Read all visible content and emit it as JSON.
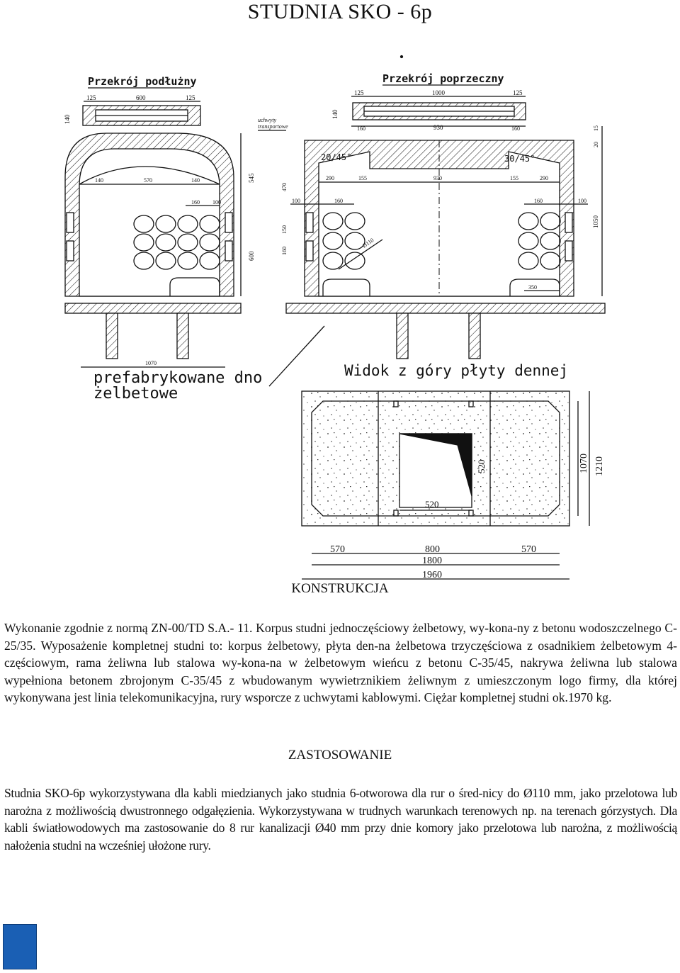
{
  "document": {
    "title": "STUDNIA SKO - 6p",
    "drawing": {
      "longitudinal_section_label": "Przekrój podłużny",
      "cross_section_label": "Przekrój poprzeczny",
      "top_view_label": "Widok z góry płyty dennej",
      "bottom_label_line1": "prefabrykowane dno",
      "bottom_label_line2": "żelbetowe",
      "handles_label_line1": "uchwyty",
      "handles_label_line2": "transportowe",
      "left_dims": {
        "d125a": "125",
        "d600": "600",
        "d125b": "125",
        "d140": "140",
        "d140b": "140",
        "d570": "570",
        "d140c": "140",
        "d160": "160",
        "d100": "100",
        "d545": "545",
        "d600v": "600",
        "d1070": "1070"
      },
      "right_dims": {
        "d125a": "125",
        "d1000": "1000",
        "d125b": "125",
        "d140": "140",
        "d160a": "160",
        "d930": "930",
        "d160b": "160",
        "d20_45a": "20/45°",
        "d30_45": "30/45°",
        "d290a": "290",
        "d155a": "155",
        "d930b": "930",
        "d155b": "155",
        "d290b": "290",
        "d470": "470",
        "d100a": "100",
        "d160c": "160",
        "d160d": "160",
        "d100b": "100",
        "d150": "150",
        "d160v": "160",
        "d_pipe": "Ø110",
        "d350": "350",
        "d15": "15",
        "d20": "20",
        "d1050": "1050"
      },
      "plan_dims": {
        "d520v": "520",
        "d520h": "520",
        "d1070": "1070",
        "d1210": "1210",
        "d570a": "570",
        "d800": "800",
        "d570b": "570",
        "d1800": "1800",
        "d1960": "1960"
      }
    },
    "construction_heading": "KONSTRUKCJA",
    "construction_text": "Wykonanie zgodnie z normą ZN-00/TD S.A.- 11. Korpus studni jednoczęściowy żelbetowy, wy-kona-ny z betonu wodoszczelnego C-25/35. Wyposażenie kompletnej studni to: korpus żelbetowy, płyta den-na żelbetowa trzyczęściowa z osadnikiem żelbetowym 4-częściowym, rama żeliwna lub stalowa wy-kona-na w żelbetowym wieńcu z betonu C-35/45, nakrywa żeliwna lub stalowa wypełniona betonem zbrojonym C-35/45 z wbudowanym wywietrznikiem żeliwnym z umieszczonym logo firmy, dla której wykonywana jest linia telekomunikacyjna, rury wsporcze z uchwytami kablowymi. Ciężar kompletnej studni ok.1970 kg.",
    "application_heading": "ZASTOSOWANIE",
    "application_text": "Studnia SKO-6p wykorzystywana dla kabli miedzianych jako studnia 6-otworowa dla rur o śred-nicy do Ø110 mm, jako przelotowa lub narożna z możliwością dwustronnego odgałęzienia. Wykorzystywana w trudnych warunkach terenowych np. na terenach górzystych. Dla kabli światłowodowych ma zastosowanie do 8 rur kanalizacji Ø40 mm przy dnie komory jako przelotowa lub narożna, z możliwością nałożenia studni na wcześniej ułożone rury.",
    "accent_color": "#1a5fb4"
  }
}
